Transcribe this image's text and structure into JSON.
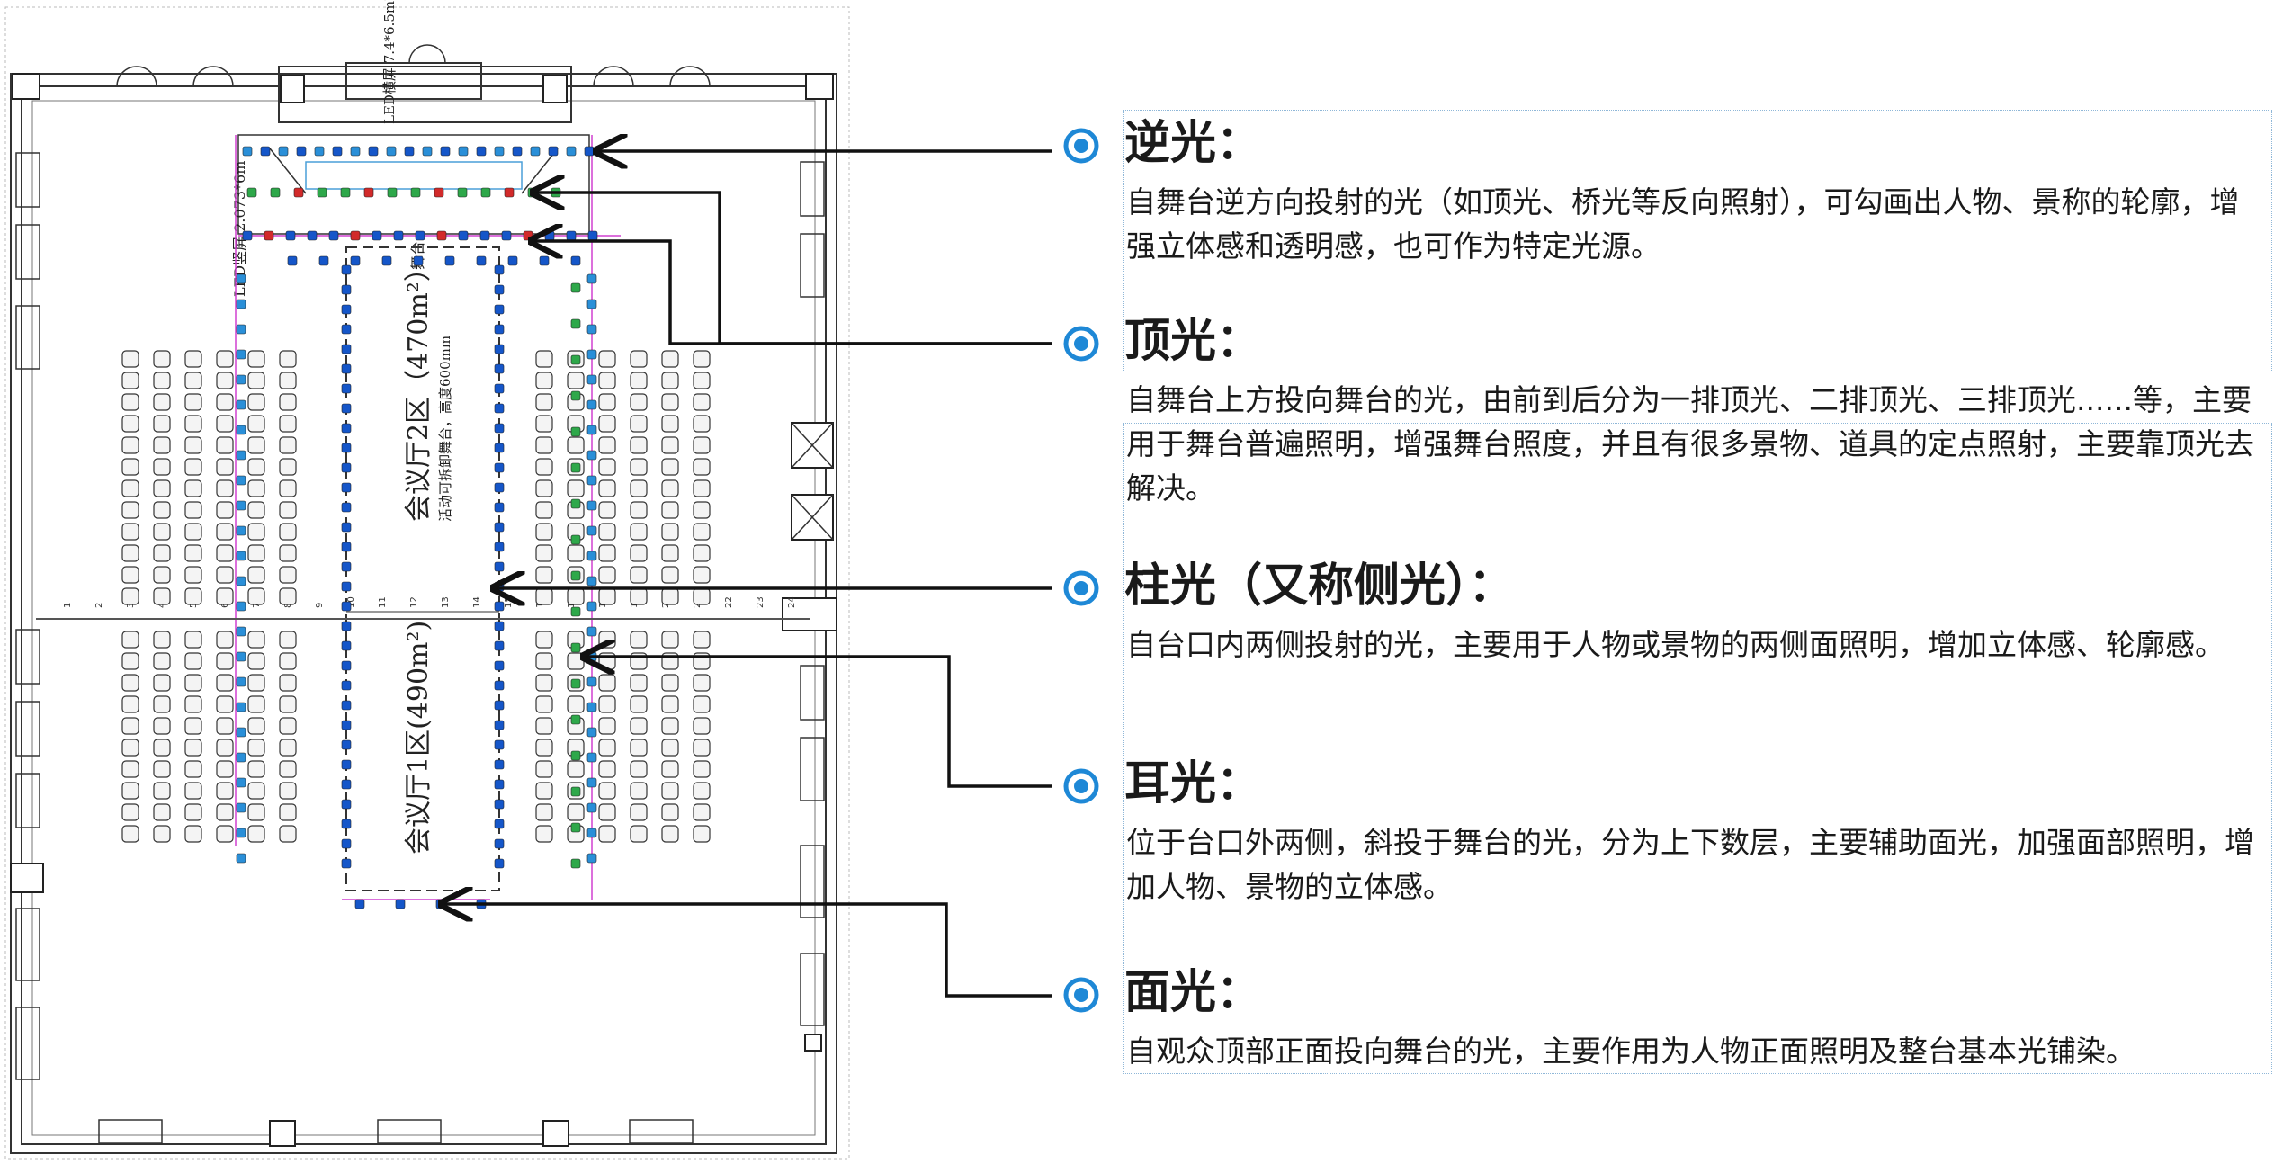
{
  "plan": {
    "hall2_label": "会议厅2区（470m²）",
    "hall2_note": "活动可拆卸舞台，高度600mm",
    "hall1_label": "会议厅1区(490m²)",
    "led_screen": "LED横屏 7.4*6.5m²",
    "stage_label": "舞台",
    "side_screen": "LED竖屏 2.073*6m",
    "grid_numbers": [
      "1",
      "2",
      "3",
      "4",
      "5",
      "6",
      "7",
      "8",
      "9",
      "10",
      "11",
      "12",
      "13",
      "14",
      "15",
      "16",
      "17",
      "18",
      "19",
      "20",
      "21",
      "22",
      "23",
      "24"
    ]
  },
  "sections": [
    {
      "title": "逆光：",
      "text": "自舞台逆方向投射的光（如顶光、桥光等反向照射），可勾画出人物、景称的轮廓，增强立体感和透明感，也可作为特定光源。"
    },
    {
      "title": "顶光：",
      "text": "自舞台上方投向舞台的光，由前到后分为一排顶光、二排顶光、三排顶光......等，主要用于舞台普遍照明，增强舞台照度，并且有很多景物、道具的定点照射，主要靠顶光去解决。"
    },
    {
      "title": "柱光（又称侧光）：",
      "text": "自台口内两侧投射的光，主要用于人物或景物的两侧面照明，增加立体感、轮廓感。"
    },
    {
      "title": "耳光：",
      "text": "位于台口外两侧，斜投于舞台的光，分为上下数层，主要辅助面光，加强面部照明，增加人物、景物的立体感。"
    },
    {
      "title": "面光：",
      "text": "自观众顶部正面投向舞台的光，主要作用为人物正面照明及整台基本光铺染。"
    }
  ],
  "colors": {
    "bullet": "#1e88d6",
    "arrow": "#111111",
    "fixture_blue": "#1556c9",
    "fixture_green": "#2ea84a",
    "fixture_red": "#d22a2a",
    "magenta": "#d040d0"
  }
}
